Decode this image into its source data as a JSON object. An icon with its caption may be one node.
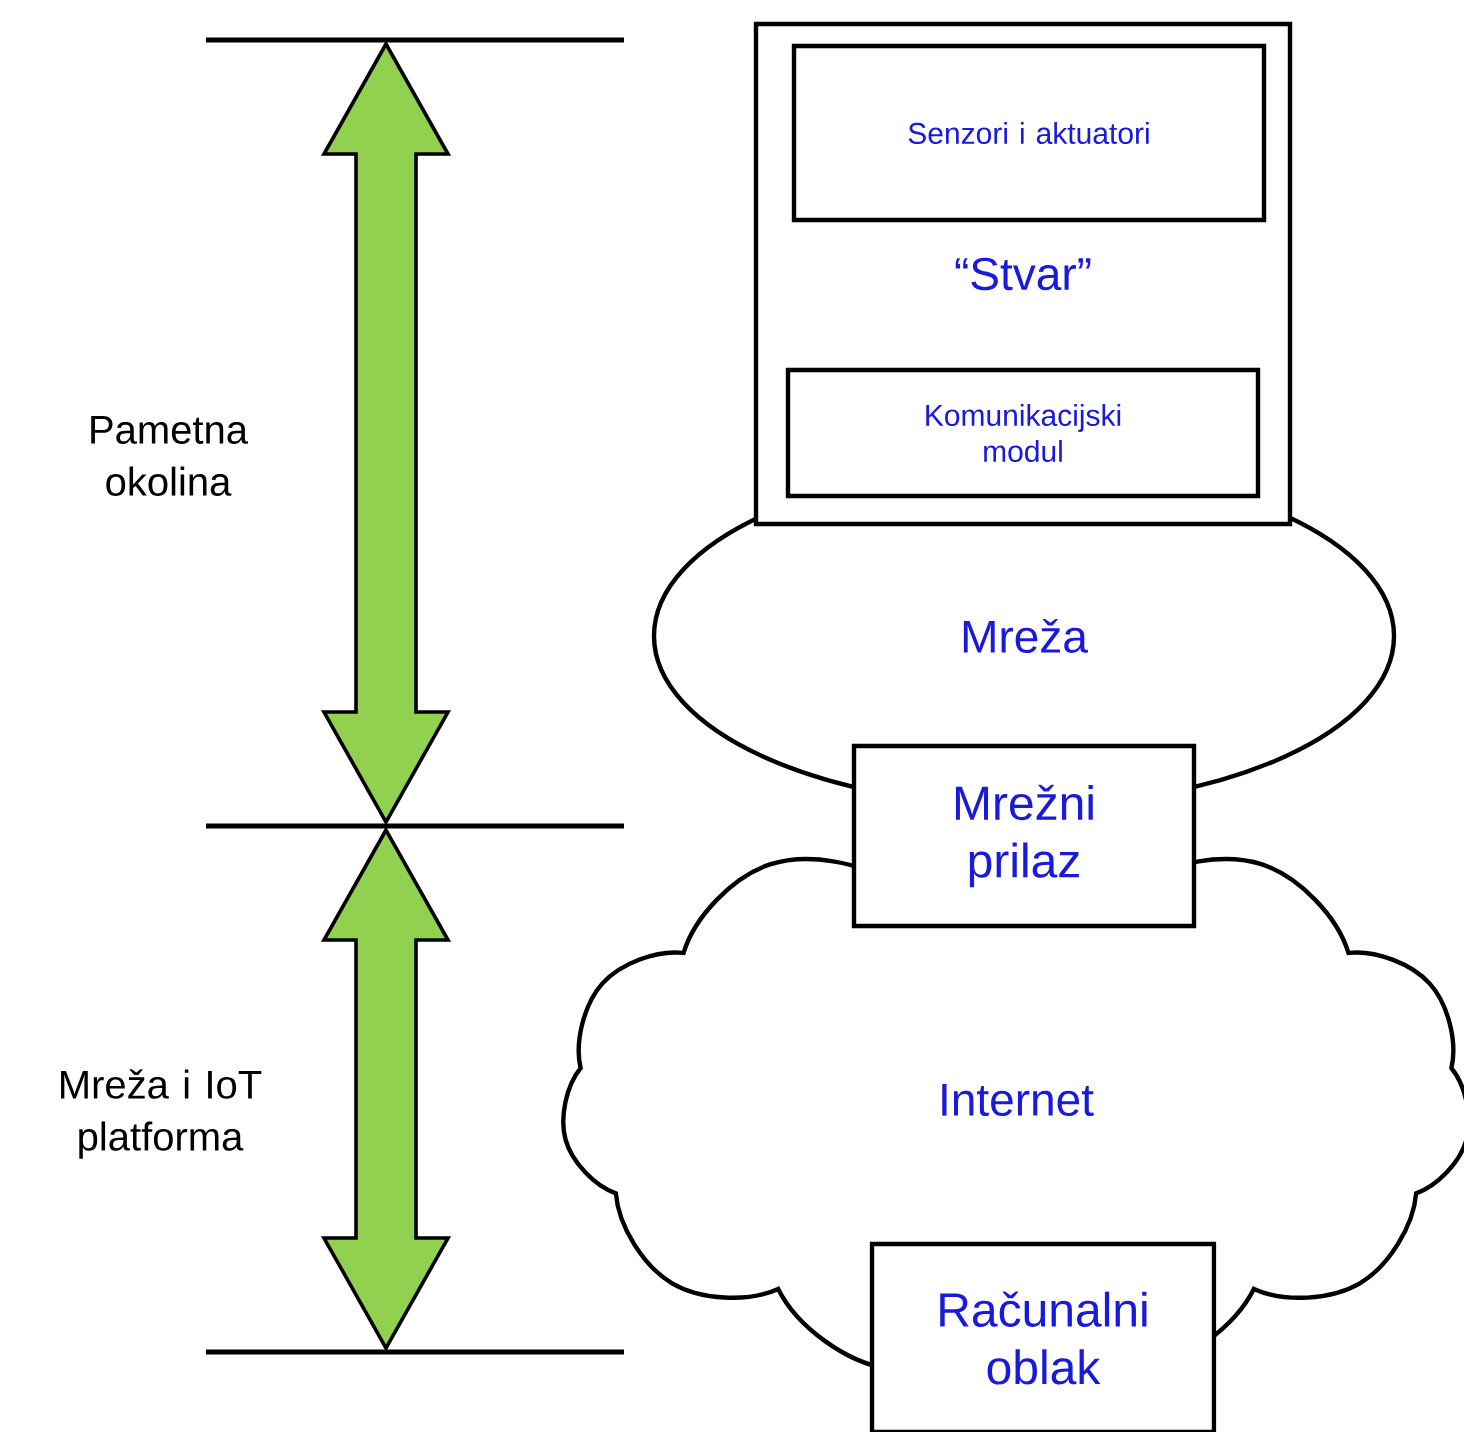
{
  "diagram": {
    "nodes": [
      {
        "text": [
          "“Stvar”"
        ]
      },
      {
        "text": [
          "Senzori i aktuatori"
        ],
        "in": 0
      },
      {
        "text": [
          "Komunikacijski modul"
        ],
        "in": 0
      },
      {
        "text": [
          "Mreža"
        ]
      },
      {
        "text": [
          "Mrežni prilaz"
        ]
      },
      {
        "text": [
          "Internet"
        ]
      },
      {
        "text": [
          "Računalni oblak"
        ]
      }
    ],
    "labels": [
      "Pametna okolina",
      "Mreža i IoT platforma"
    ]
  }
}
